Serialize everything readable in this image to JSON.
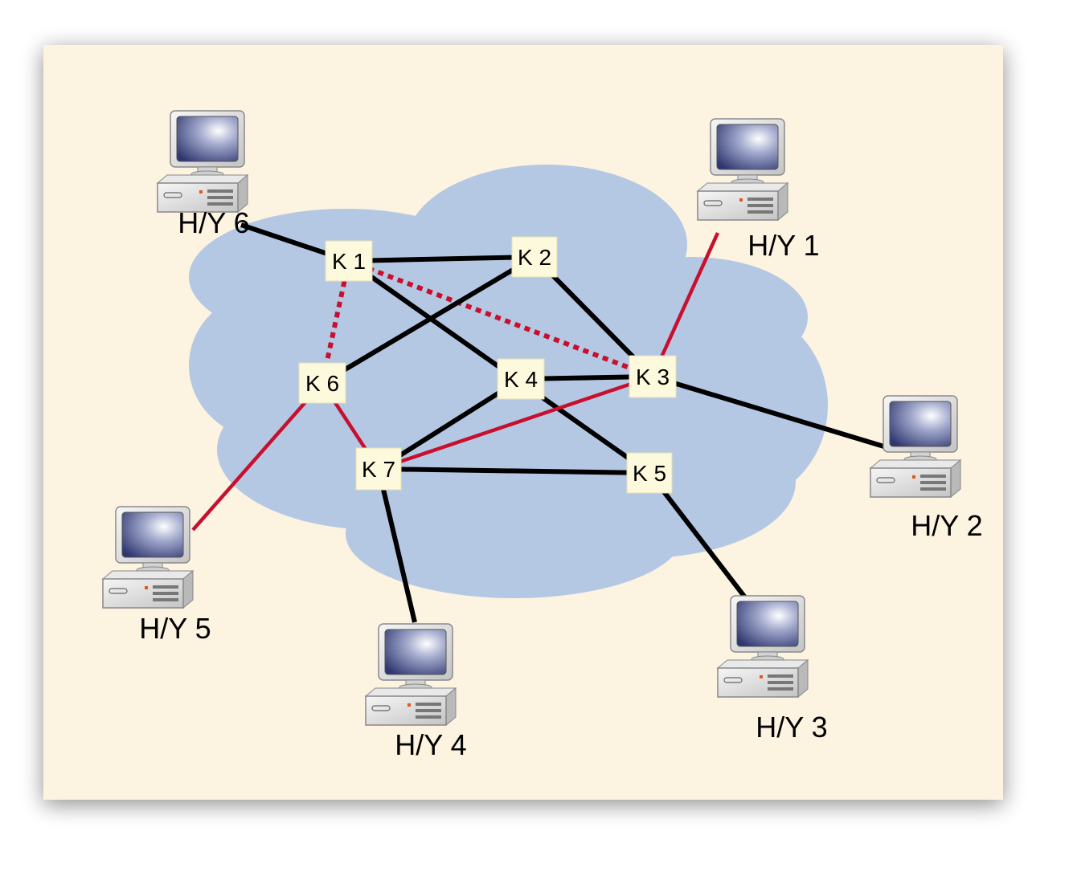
{
  "colors": {
    "panel": "#fcf3e0",
    "cloud": "#b4c8e4",
    "node_box": "#fdf9dc",
    "link_black": "#000000",
    "link_red": "#c8102e"
  },
  "nodes": [
    {
      "id": "k1",
      "label": "K 1"
    },
    {
      "id": "k2",
      "label": "K 2"
    },
    {
      "id": "k3",
      "label": "K 3"
    },
    {
      "id": "k4",
      "label": "K 4"
    },
    {
      "id": "k5",
      "label": "K 5"
    },
    {
      "id": "k6",
      "label": "K 6"
    },
    {
      "id": "k7",
      "label": "K 7"
    }
  ],
  "hosts": [
    {
      "id": "hy1",
      "label": "H/Y 1",
      "icon": "desktop-computer-icon"
    },
    {
      "id": "hy2",
      "label": "H/Y 2",
      "icon": "desktop-computer-icon"
    },
    {
      "id": "hy3",
      "label": "H/Y 3",
      "icon": "desktop-computer-icon"
    },
    {
      "id": "hy4",
      "label": "H/Y 4",
      "icon": "desktop-computer-icon"
    },
    {
      "id": "hy5",
      "label": "H/Y 5",
      "icon": "desktop-computer-icon"
    },
    {
      "id": "hy6",
      "label": "H/Y 6",
      "icon": "desktop-computer-icon"
    }
  ],
  "links": [
    {
      "from": "hy6",
      "to": "k1",
      "color": "black",
      "style": "solid"
    },
    {
      "from": "k1",
      "to": "k2",
      "color": "black",
      "style": "solid"
    },
    {
      "from": "k1",
      "to": "k5",
      "color": "black",
      "style": "solid"
    },
    {
      "from": "k1",
      "to": "k3",
      "color": "red",
      "style": "dashed"
    },
    {
      "from": "k1",
      "to": "k6",
      "color": "red",
      "style": "dashed"
    },
    {
      "from": "k2",
      "to": "k3",
      "color": "black",
      "style": "solid"
    },
    {
      "from": "k2",
      "to": "k6",
      "color": "black",
      "style": "solid"
    },
    {
      "from": "hy1",
      "to": "k3",
      "color": "red",
      "style": "solid"
    },
    {
      "from": "k4",
      "to": "k3",
      "color": "black",
      "style": "solid"
    },
    {
      "from": "k3",
      "to": "hy2",
      "color": "black",
      "style": "solid"
    },
    {
      "from": "k4",
      "to": "k7",
      "color": "black",
      "style": "solid"
    },
    {
      "from": "k3",
      "to": "k7",
      "color": "red",
      "style": "solid"
    },
    {
      "from": "k7",
      "to": "k5",
      "color": "black",
      "style": "solid"
    },
    {
      "from": "k5",
      "to": "hy3",
      "color": "black",
      "style": "solid"
    },
    {
      "from": "k6",
      "to": "k7",
      "color": "red",
      "style": "solid"
    },
    {
      "from": "k6",
      "to": "hy5",
      "color": "red",
      "style": "solid"
    },
    {
      "from": "k7",
      "to": "hy4",
      "color": "black",
      "style": "solid"
    }
  ]
}
